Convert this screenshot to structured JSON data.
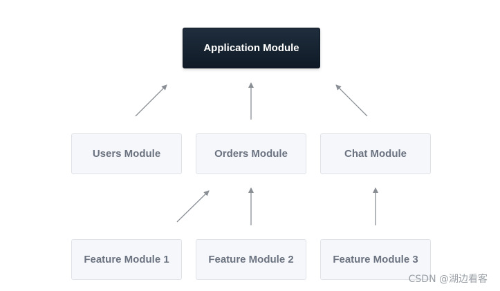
{
  "diagram": {
    "root": {
      "label": "Application Module"
    },
    "middle": [
      {
        "label": "Users Module"
      },
      {
        "label": "Orders Module"
      },
      {
        "label": "Chat Module"
      }
    ],
    "bottom": [
      {
        "label": "Feature Module 1"
      },
      {
        "label": "Feature Module 2"
      },
      {
        "label": "Feature Module 3"
      }
    ]
  },
  "watermark": "CSDN @湖边看客"
}
